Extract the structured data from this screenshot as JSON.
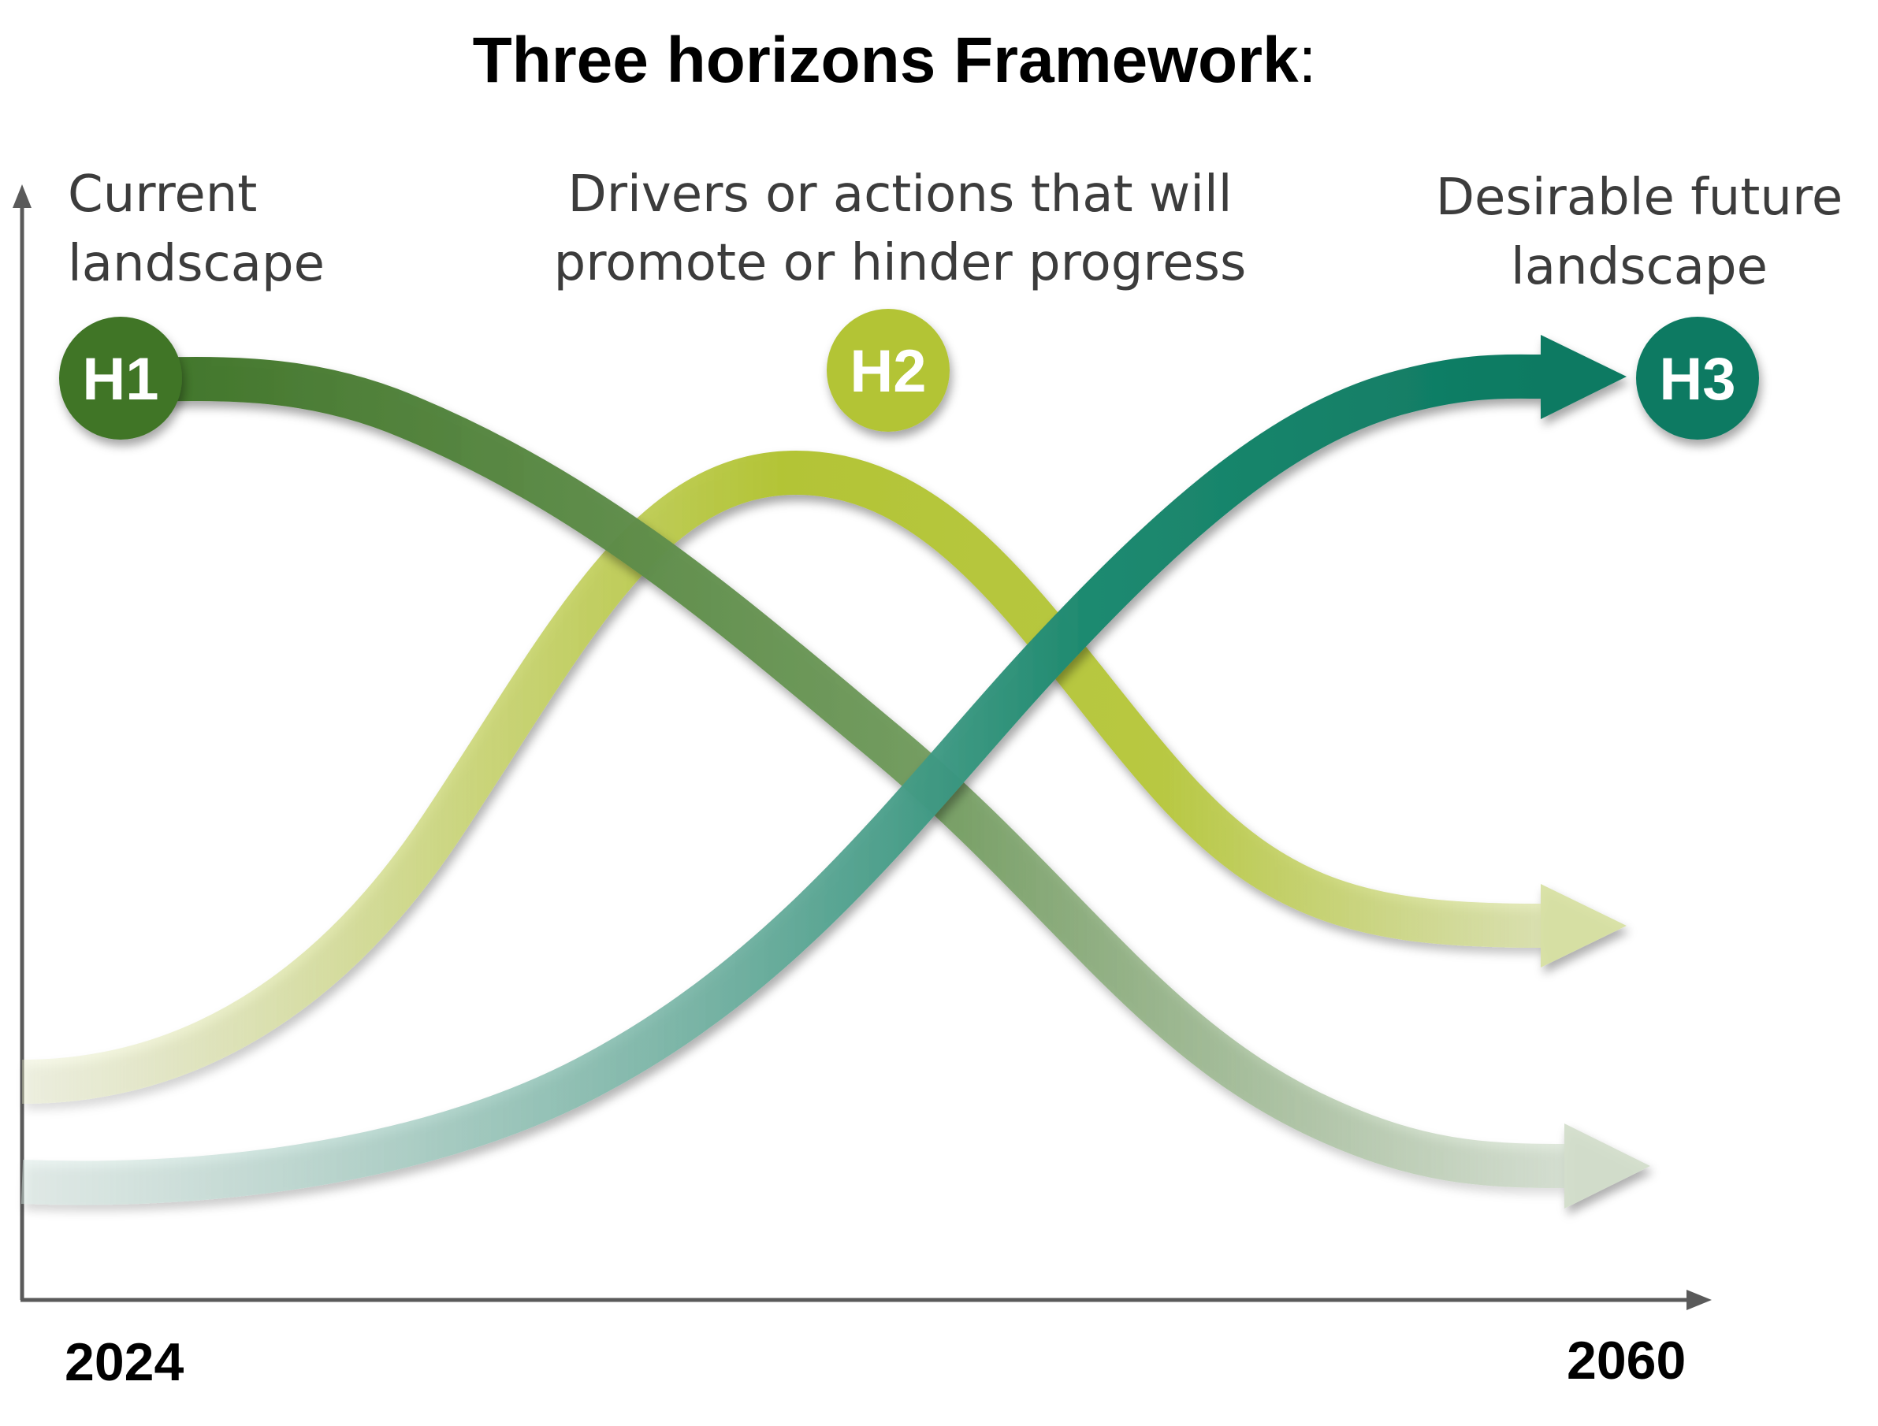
{
  "title": {
    "main": "Three horizons Framework",
    "suffix": ":"
  },
  "captions": {
    "h1_line1": "Current",
    "h1_line2": "landscape",
    "h2_line1": "Drivers or actions that will",
    "h2_line2": "promote or hinder progress",
    "h3_line1": "Desirable future",
    "h3_line2": "landscape"
  },
  "badges": {
    "h1": "H1",
    "h2": "H2",
    "h3": "H3"
  },
  "axis": {
    "x_start": "2024",
    "x_end": "2060"
  },
  "colors": {
    "h1": "#3f7428",
    "h2": "#b3c436",
    "h3": "#0d7a62",
    "axis": "#5a5a5a"
  }
}
